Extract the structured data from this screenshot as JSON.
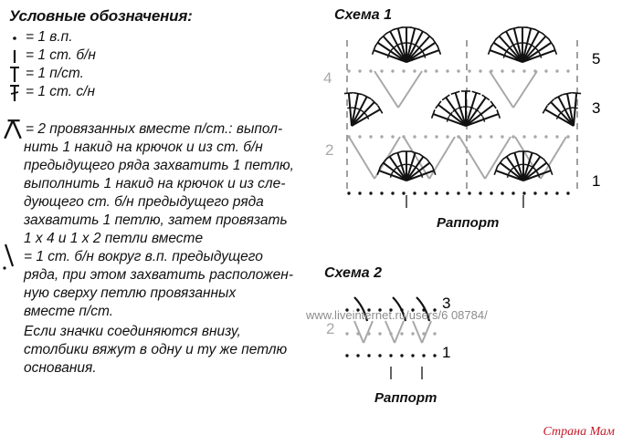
{
  "legend": {
    "title": "Условные обозначения:",
    "items": [
      {
        "symbol": "chain-dot",
        "text": "= 1 в.п."
      },
      {
        "symbol": "single-crochet",
        "text": "= 1 ст. б/н"
      },
      {
        "symbol": "half-double-crochet",
        "text": "= 1 п/ст."
      },
      {
        "symbol": "double-crochet",
        "text": "= 1 ст. с/н"
      }
    ],
    "cluster_lines": [
      "= 2 провязанных вместе п/ст.: выпол-",
      "нить 1 накид на крючок и из ст. б/н",
      "предыдущего ряда захватить 1 петлю,",
      "выполнить 1 накид на крючок и из сле-",
      "дующего ст. б/н предыдущего ряда",
      "захватить 1 петлю, затем провязать",
      "1 х 4 и 1 х 2 петли вместе"
    ],
    "around_chain_lines": [
      "= 1 ст. б/н вокруг в.п. предыдущего",
      "ряда, при этом захватить расположен-",
      "ную сверху петлю провязанных",
      "вместе п/ст."
    ],
    "note_lines": [
      "Если значки соединяются внизу,",
      "столбики вяжут в одну и ту же петлю",
      "основания."
    ]
  },
  "scheme1": {
    "title": "Схема 1",
    "rapport": "Раппорт",
    "rows_right": [
      "5",
      "3",
      "1"
    ],
    "rows_left": [
      "4",
      "2"
    ],
    "line_color": "#111111",
    "gray_color": "#a8a8a8"
  },
  "scheme2": {
    "title": "Схема 2",
    "rapport": "Раппорт",
    "rows_right": [
      "3",
      "1"
    ],
    "rows_left": [
      "2"
    ]
  },
  "watermark": "www.liveinternet.ru/users/6 08784/",
  "logo": "Страна Мам"
}
